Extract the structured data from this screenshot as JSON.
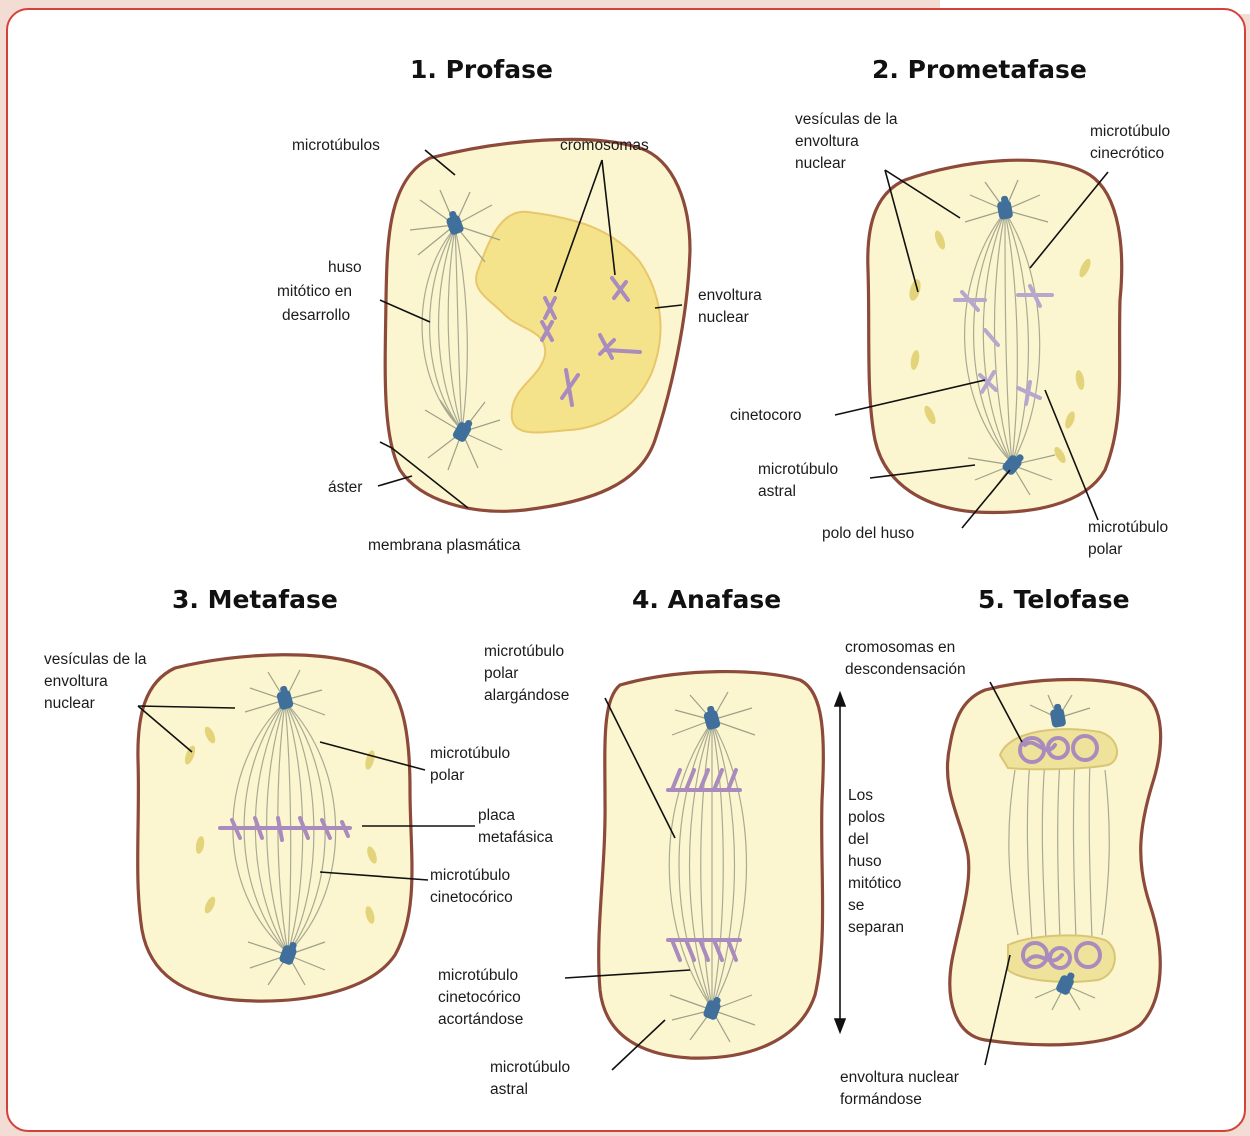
{
  "titles": {
    "profase": "1. Profase",
    "prometafase": "2. Prometafase",
    "metafase": "3. Metafase",
    "anafase": "4. Anafase",
    "telofase": "5. Telofase"
  },
  "profase": {
    "microtubulos": "microtúbulos",
    "cromosomas": "cromosomas",
    "huso_1": "huso",
    "huso_2": "mitótico en",
    "huso_3": "desarrollo",
    "envoltura_1": "envoltura",
    "envoltura_2": "nuclear",
    "aster": "áster",
    "membrana": "membrana plasmática"
  },
  "prometafase": {
    "vesiculas_1": "vesículas de la",
    "vesiculas_2": "envoltura",
    "vesiculas_3": "nuclear",
    "cinecrotico_1": "microtúbulo",
    "cinecrotico_2": "cinecrótico",
    "cinetocoro": "cinetocoro",
    "astral_1": "microtúbulo",
    "astral_2": "astral",
    "polo": "polo del huso",
    "polar_1": "microtúbulo",
    "polar_2": "polar"
  },
  "metafase": {
    "vesiculas_1": "vesículas de la",
    "vesiculas_2": "envoltura",
    "vesiculas_3": "nuclear",
    "polar_1": "microtúbulo",
    "polar_2": "polar",
    "placa_1": "placa",
    "placa_2": "metafásica",
    "cinet_1": "microtúbulo",
    "cinet_2": "cinetocórico"
  },
  "anafase": {
    "polar_1": "microtúbulo",
    "polar_2": "polar",
    "polar_3": "alargándose",
    "cinet_1": "microtúbulo",
    "cinet_2": "cinetocórico",
    "cinet_3": "acortándose",
    "astral_1": "microtúbulo",
    "astral_2": "astral",
    "polos_1": "Los",
    "polos_2": "polos",
    "polos_3": "del",
    "polos_4": "huso",
    "polos_5": "mitótico",
    "polos_6": "se",
    "polos_7": "separan"
  },
  "telofase": {
    "cromo_1": "cromosomas en",
    "cromo_2": "descondensación",
    "env_1": "envoltura nuclear",
    "env_2": "formándose"
  },
  "colors": {
    "frame": "#d4413a",
    "cytoplasm": "#fbf6cf",
    "membrane": "#8d4a3a",
    "nucleus": "#f5e38b",
    "spindle_pole": "#3f6f9a",
    "chromosome": "#a98bbd"
  }
}
